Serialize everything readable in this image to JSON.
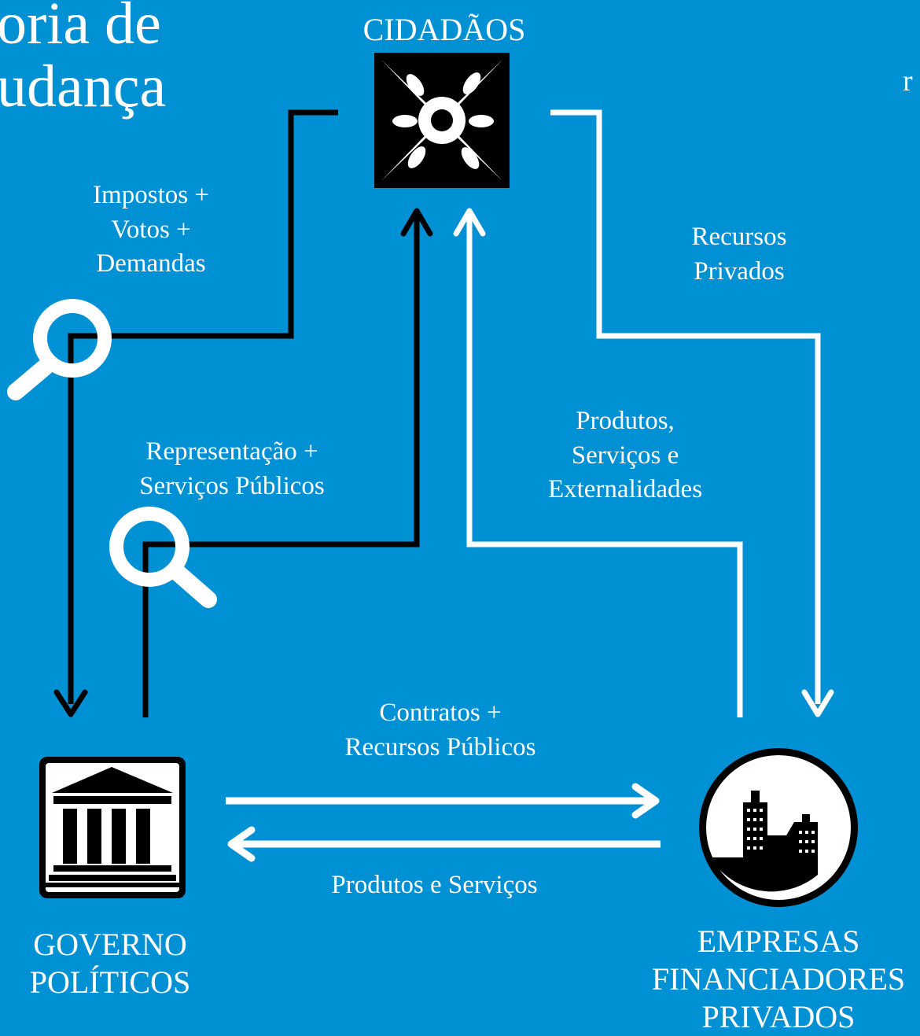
{
  "title": {
    "line1": "oria de",
    "line2": "udança",
    "fragment_right": "r"
  },
  "nodes": {
    "citizens": "CIDADÃOS",
    "government": [
      "GOVERNO",
      "POLÍTICOS"
    ],
    "companies": [
      "EMPRESAS",
      "FINANCIADORES",
      "PRIVADOS"
    ]
  },
  "flows": {
    "taxes_votes_demands": [
      "Impostos +",
      "Votos +",
      "Demandas"
    ],
    "representation_services": [
      "Representação +",
      "Serviços Públicos"
    ],
    "private_resources": [
      "Recursos",
      "Privados"
    ],
    "products_services_externalities": [
      "Produtos,",
      "Serviços e",
      "Externalidades"
    ],
    "contracts_public_resources": [
      "Contratos +",
      "Recursos Públicos"
    ],
    "products_and_services": "Produtos e Serviços"
  },
  "icons": {
    "citizens": "raised-hands-icon",
    "government": "government-building-icon",
    "companies": "city-buildings-icon",
    "magnifier": "magnifying-glass-icon"
  },
  "colors": {
    "background": "#0090d4",
    "dark_flow": "#000000",
    "light_flow": "#ffffff"
  }
}
